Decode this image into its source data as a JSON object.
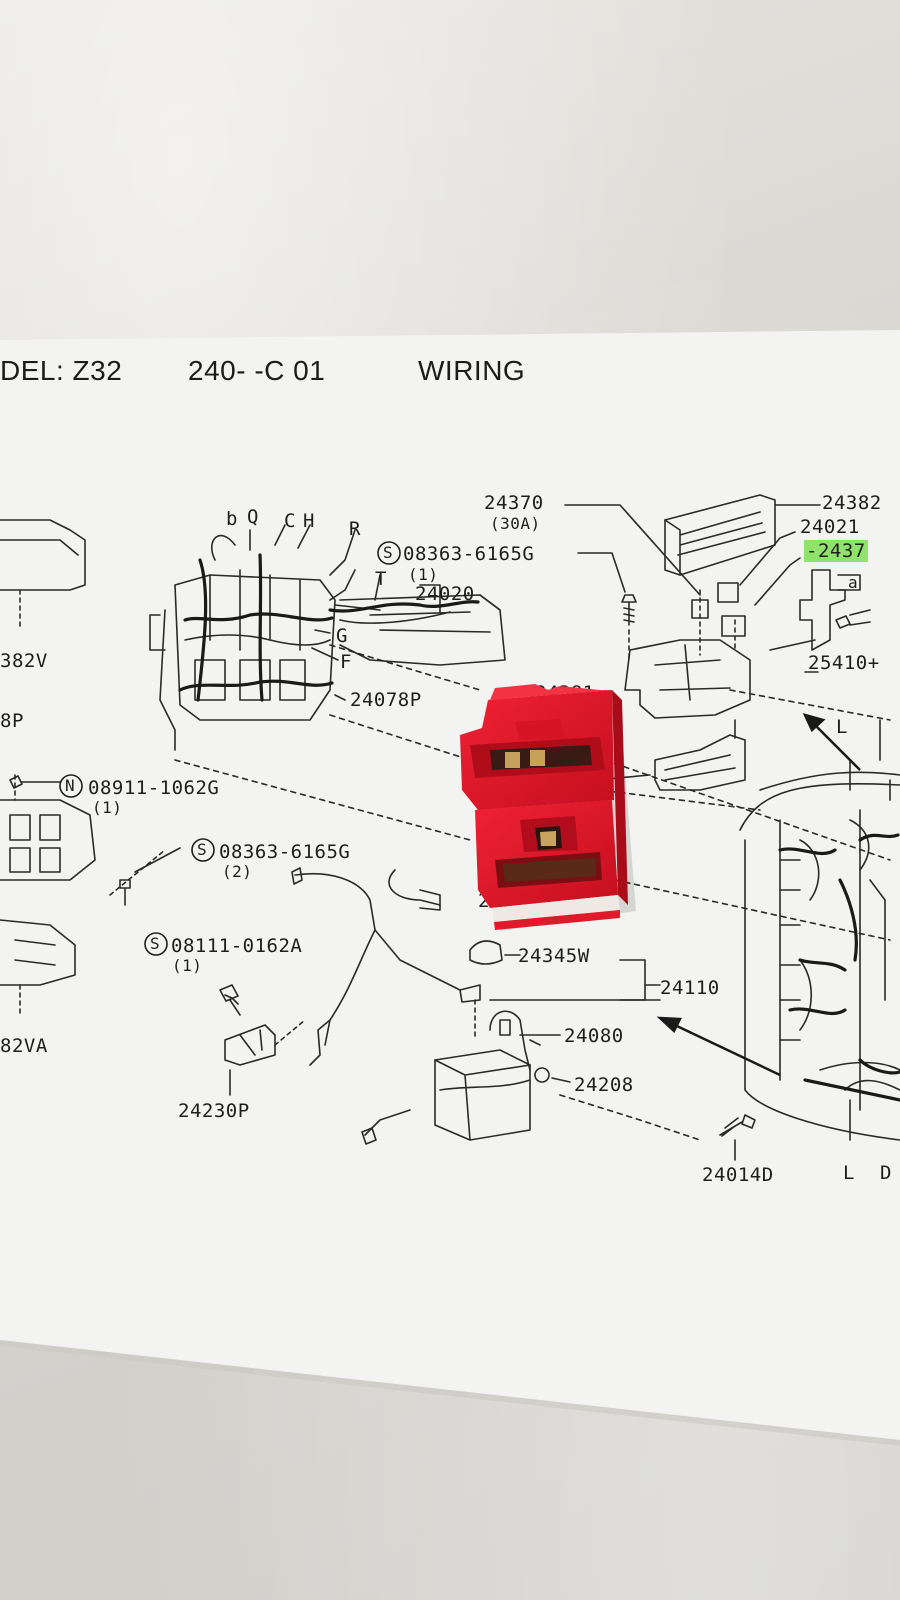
{
  "header": {
    "model": "DEL: Z32",
    "section_code": "240-   -C 01",
    "section_title": "WIRING"
  },
  "part_labels": {
    "p24370": "24370",
    "p24370_rating": "(30A)",
    "p24382": "24382",
    "p24021": "24021",
    "p2437_highlight": "-2437",
    "p25410": "25410+",
    "p24381": "24381",
    "p24020": "24020",
    "p24078P": "24078P",
    "p08363_top": "08363-6165G",
    "p08363_top_qty": "(1)",
    "p08911": "08911-1062G",
    "p08911_qty": "(1)",
    "p08363_mid": "08363-6165G",
    "p08363_mid_qty": "(2)",
    "p08111": "08111-0162A",
    "p08111_qty": "(1)",
    "p24230P": "24230P",
    "p24345W": "24345W",
    "p24110": "24110",
    "p24080": "24080",
    "p24208": "24208",
    "p24014D": "24014D",
    "p382V": "382V",
    "p82VA": "82VA",
    "p8P": "8P",
    "p2_partial": "2",
    "pA_partial": "A"
  },
  "letter_callouts": {
    "b": "b",
    "Q": "Q",
    "C": "C",
    "H": "H",
    "R": "R",
    "T": "T",
    "G": "G",
    "F": "F",
    "L_top": "L",
    "L_bottom": "L",
    "D_bottom": "D",
    "a": "a"
  },
  "circle_prefixes": {
    "s1": "S",
    "n1": "N",
    "s2": "S",
    "s3": "S"
  },
  "colors": {
    "paper": "#f4f4f2",
    "line": "#2a2a2a",
    "relay_red": "#e0182a",
    "highlight": "#8fe36a"
  }
}
